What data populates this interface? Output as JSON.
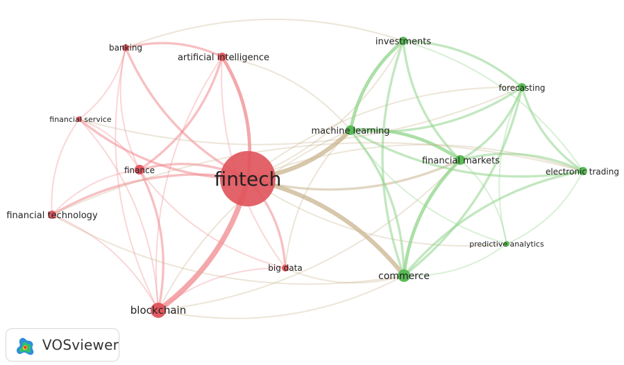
{
  "app": {
    "name": "VOSviewer"
  },
  "clusters": [
    {
      "id": 1,
      "color": "#e0525a",
      "edge_color": "#f08a8f"
    },
    {
      "id": 2,
      "color": "#52b84f",
      "edge_color": "#8fd48a"
    }
  ],
  "nodes": [
    {
      "id": "fintech",
      "label": "fintech",
      "cluster": 1,
      "size": 5
    },
    {
      "id": "blockchain",
      "label": "blockchain",
      "cluster": 1,
      "size": 3
    },
    {
      "id": "banking",
      "label": "banking",
      "cluster": 1,
      "size": 1
    },
    {
      "id": "artificial_intelligence",
      "label": "artificial intelligence",
      "cluster": 1,
      "size": 1
    },
    {
      "id": "financial_service",
      "label": "financial service",
      "cluster": 1,
      "size": 1
    },
    {
      "id": "finance",
      "label": "finance",
      "cluster": 1,
      "size": 2
    },
    {
      "id": "financial_technology",
      "label": "financial technology",
      "cluster": 1,
      "size": 2
    },
    {
      "id": "big_data",
      "label": "big data",
      "cluster": 1,
      "size": 1
    },
    {
      "id": "investments",
      "label": "investments",
      "cluster": 2,
      "size": 2
    },
    {
      "id": "forecasting",
      "label": "forecasting",
      "cluster": 2,
      "size": 2
    },
    {
      "id": "machine_learning",
      "label": "machine learning",
      "cluster": 2,
      "size": 2
    },
    {
      "id": "financial_markets",
      "label": "financial markets",
      "cluster": 2,
      "size": 2
    },
    {
      "id": "electronic_trading",
      "label": "electronic trading",
      "cluster": 2,
      "size": 2
    },
    {
      "id": "predictive_analytics",
      "label": "predictive analytics",
      "cluster": 2,
      "size": 1
    },
    {
      "id": "commerce",
      "label": "commerce",
      "cluster": 2,
      "size": 3
    }
  ],
  "links": [
    [
      "fintech",
      "blockchain",
      5
    ],
    [
      "fintech",
      "machine_learning",
      4
    ],
    [
      "fintech",
      "commerce",
      4
    ],
    [
      "fintech",
      "artificial_intelligence",
      3
    ],
    [
      "fintech",
      "banking",
      2
    ],
    [
      "fintech",
      "finance",
      2
    ],
    [
      "fintech",
      "financial_service",
      2
    ],
    [
      "fintech",
      "financial_technology",
      2
    ],
    [
      "fintech",
      "big_data",
      2
    ],
    [
      "fintech",
      "investments",
      1
    ],
    [
      "fintech",
      "forecasting",
      1
    ],
    [
      "fintech",
      "financial_markets",
      2
    ],
    [
      "fintech",
      "electronic_trading",
      1
    ],
    [
      "fintech",
      "predictive_analytics",
      1
    ],
    [
      "banking",
      "artificial_intelligence",
      2
    ],
    [
      "banking",
      "finance",
      1
    ],
    [
      "banking",
      "financial_service",
      1
    ],
    [
      "banking",
      "blockchain",
      1
    ],
    [
      "artificial_intelligence",
      "finance",
      2
    ],
    [
      "artificial_intelligence",
      "blockchain",
      1
    ],
    [
      "artificial_intelligence",
      "machine_learning",
      1
    ],
    [
      "artificial_intelligence",
      "big_data",
      1
    ],
    [
      "financial_service",
      "finance",
      1
    ],
    [
      "financial_service",
      "financial_technology",
      1
    ],
    [
      "financial_service",
      "blockchain",
      1
    ],
    [
      "finance",
      "financial_technology",
      1
    ],
    [
      "finance",
      "blockchain",
      2
    ],
    [
      "finance",
      "big_data",
      1
    ],
    [
      "financial_technology",
      "blockchain",
      1
    ],
    [
      "financial_technology",
      "commerce",
      1
    ],
    [
      "blockchain",
      "big_data",
      1
    ],
    [
      "blockchain",
      "commerce",
      1
    ],
    [
      "blockchain",
      "machine_learning",
      1
    ],
    [
      "blockchain",
      "financial_markets",
      1
    ],
    [
      "big_data",
      "machine_learning",
      1
    ],
    [
      "big_data",
      "commerce",
      1
    ],
    [
      "machine_learning",
      "investments",
      3
    ],
    [
      "machine_learning",
      "forecasting",
      2
    ],
    [
      "machine_learning",
      "financial_markets",
      3
    ],
    [
      "machine_learning",
      "electronic_trading",
      2
    ],
    [
      "machine_learning",
      "commerce",
      2
    ],
    [
      "machine_learning",
      "predictive_analytics",
      1
    ],
    [
      "investments",
      "forecasting",
      2
    ],
    [
      "investments",
      "financial_markets",
      2
    ],
    [
      "investments",
      "electronic_trading",
      1
    ],
    [
      "investments",
      "commerce",
      2
    ],
    [
      "forecasting",
      "financial_markets",
      2
    ],
    [
      "forecasting",
      "electronic_trading",
      2
    ],
    [
      "forecasting",
      "commerce",
      2
    ],
    [
      "forecasting",
      "predictive_analytics",
      1
    ],
    [
      "financial_markets",
      "electronic_trading",
      2
    ],
    [
      "financial_markets",
      "commerce",
      3
    ],
    [
      "financial_markets",
      "predictive_analytics",
      1
    ],
    [
      "electronic_trading",
      "commerce",
      2
    ],
    [
      "electronic_trading",
      "predictive_analytics",
      1
    ],
    [
      "commerce",
      "predictive_analytics",
      1
    ],
    [
      "banking",
      "investments",
      1
    ],
    [
      "financial_service",
      "forecasting",
      1
    ],
    [
      "financial_technology",
      "electronic_trading",
      1
    ]
  ]
}
